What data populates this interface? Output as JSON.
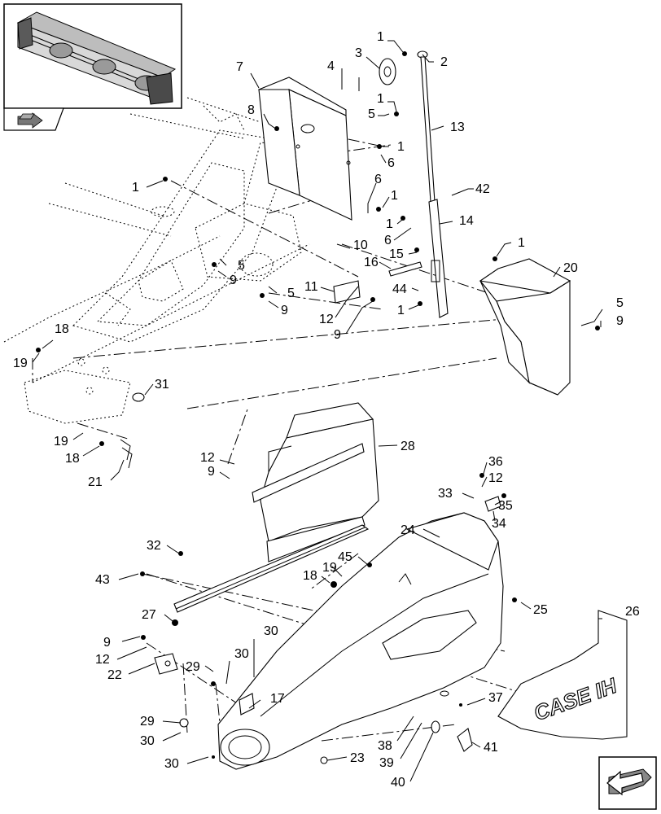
{
  "diagram": {
    "callouts": {
      "c1a": "1",
      "c2": "2",
      "c3": "3",
      "c4": "4",
      "c7": "7",
      "c1b": "1",
      "c5a": "5",
      "c8": "8",
      "c13": "13",
      "c1c": "1",
      "c6a": "6",
      "c1d": "1",
      "c6b": "6",
      "c1e": "1",
      "c42": "42",
      "c1f": "1",
      "c14": "14",
      "c6c": "6",
      "c15": "15",
      "c10": "10",
      "c16": "16",
      "c5b": "5",
      "c9a": "9",
      "c5c": "5",
      "c11": "11",
      "c9b": "9",
      "c12a": "12",
      "c9c": "9",
      "c44": "44",
      "c1g": "1",
      "c1h": "1",
      "c20": "20",
      "c5d": "5",
      "c9d": "9",
      "c18a": "18",
      "c19a": "19",
      "c31": "31",
      "c19b": "19",
      "c18b": "18",
      "c21": "21",
      "c28": "28",
      "c12b": "12",
      "c9e": "9",
      "c36": "36",
      "c12c": "12",
      "c33": "33",
      "c35": "35",
      "c34": "34",
      "c24": "24",
      "c32": "32",
      "c45": "45",
      "c19c": "19",
      "c43": "43",
      "c18c": "18",
      "c25": "25",
      "c26": "26",
      "c27": "27",
      "c9f": "9",
      "c30a": "30",
      "c12d": "12",
      "c22": "22",
      "c29a": "29",
      "c30b": "30",
      "c17": "17",
      "c37": "37",
      "c29b": "29",
      "c30c": "30",
      "c38": "38",
      "c41": "41",
      "c30d": "30",
      "c23": "23",
      "c39": "39",
      "c40": "40"
    },
    "decal_text": "CASE IH"
  }
}
